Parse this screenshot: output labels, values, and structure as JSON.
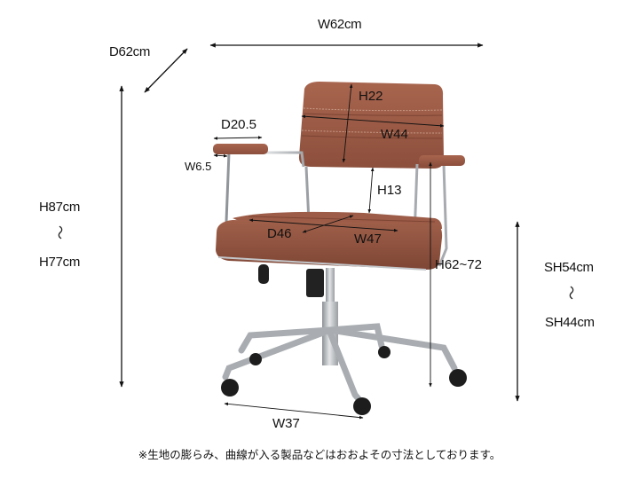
{
  "overall": {
    "width": "W62cm",
    "depth": "D62cm",
    "height_max": "H87cm",
    "height_min": "H77cm",
    "height_range_symbol": "～",
    "seat_height_max": "SH54cm",
    "seat_height_min": "SH44cm",
    "seat_height_range_symbol": "～"
  },
  "parts": {
    "backrest_height": "H22",
    "backrest_width": "W44",
    "armrest_depth": "D20.5",
    "armrest_width": "W6.5",
    "seat_to_arm_height": "H13",
    "seat_depth": "D46",
    "seat_width": "W47",
    "arm_height": "H62~72",
    "base_width": "W37"
  },
  "footnote": "※生地の膨らみ、曲線が入る製品などはおおよその寸法としております。",
  "colors": {
    "upholstery": "#9a5a45",
    "upholstery_dark": "#7d4534",
    "chrome": "#b9bcbf",
    "caster": "#1d1d1d",
    "line": "#111111"
  }
}
